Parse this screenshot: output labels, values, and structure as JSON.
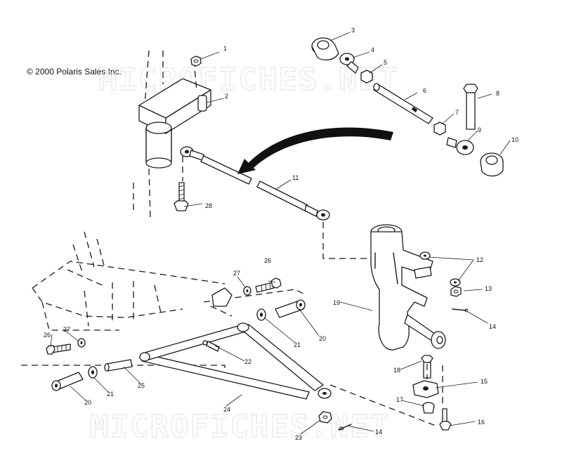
{
  "copyright": "© 2000 Polaris Sales Inc.",
  "watermark": "MICROFICHES.NET",
  "callouts": [
    "1",
    "2",
    "3",
    "4",
    "5",
    "6",
    "7",
    "8",
    "9",
    "10",
    "11",
    "12",
    "13",
    "14",
    "15",
    "16",
    "17",
    "18",
    "19",
    "20",
    "21",
    "22",
    "23",
    "24",
    "25",
    "26",
    "27",
    "28",
    "14",
    "20",
    "21",
    "26",
    "27"
  ]
}
